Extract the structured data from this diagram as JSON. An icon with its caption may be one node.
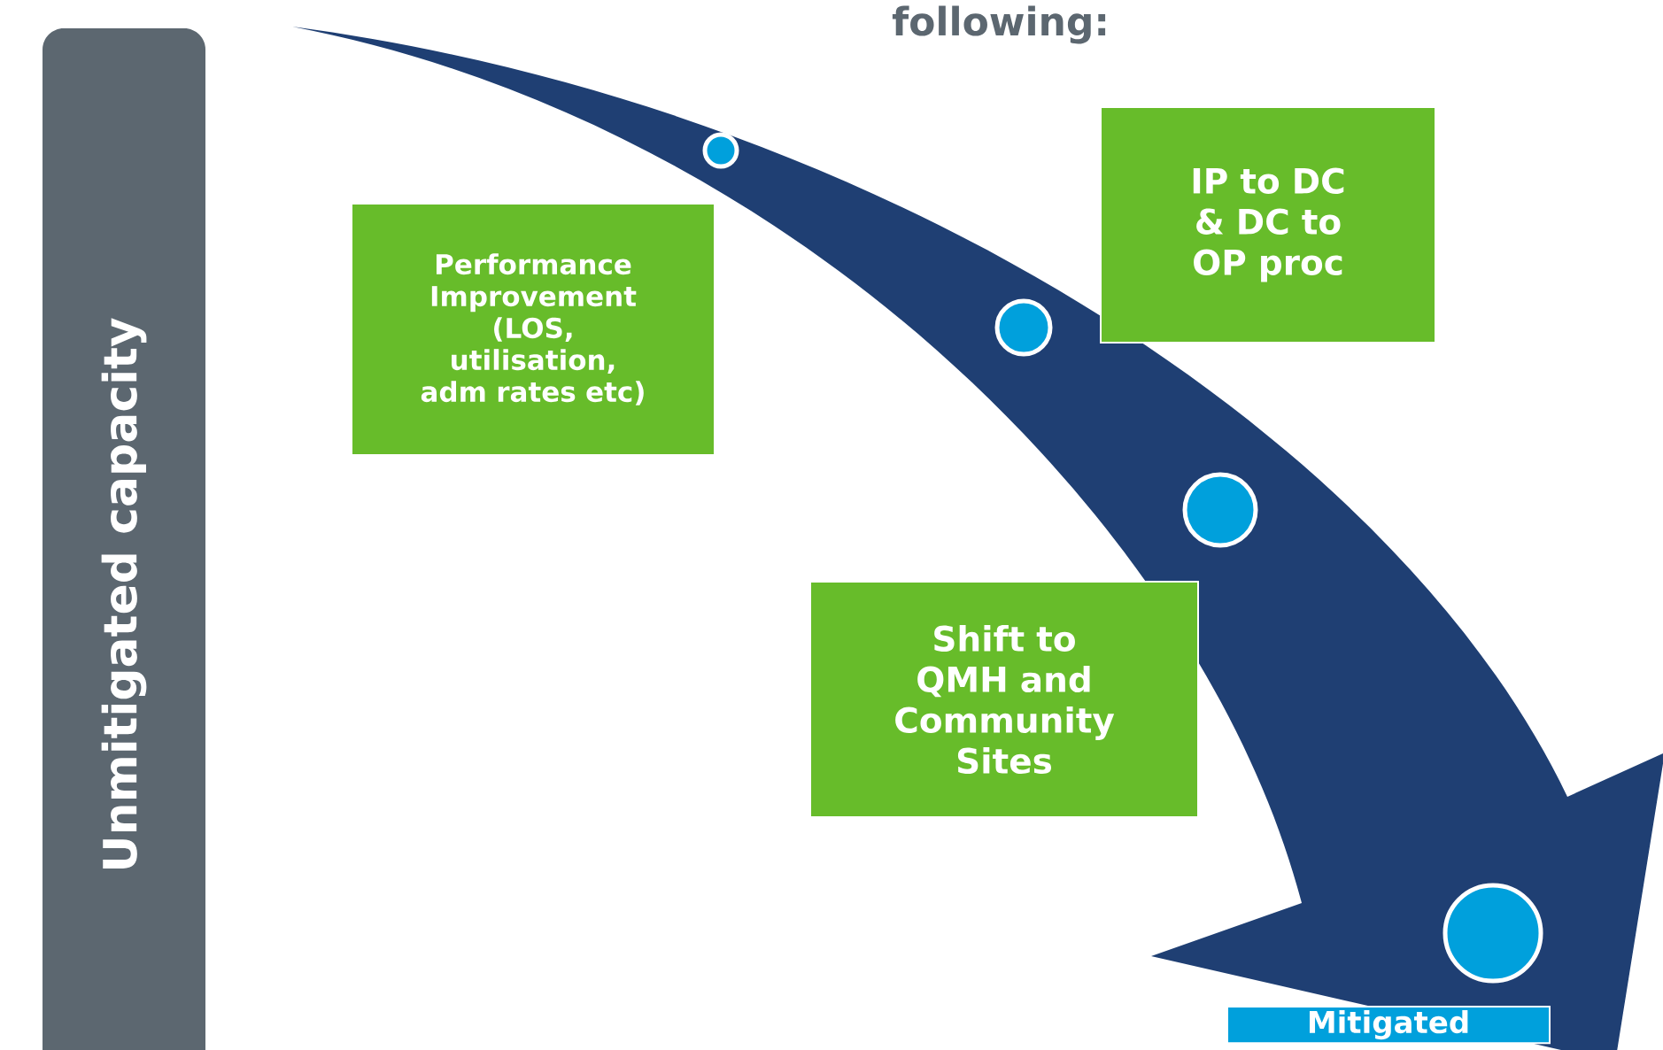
{
  "diagram": {
    "title": "following:",
    "nodes": [
      {
        "text": [
          "Unmitigated capacity"
        ]
      },
      {
        "text": [
          "Performance Improvement (LOS, utilisation, adm rates etc)"
        ]
      },
      {
        "text": [
          "IP to DC & DC to OP proc"
        ]
      },
      {
        "text": [
          "Shift to QMH and Community Sites"
        ]
      },
      {
        "text": [
          "Mitigated"
        ]
      }
    ],
    "edges": []
  }
}
